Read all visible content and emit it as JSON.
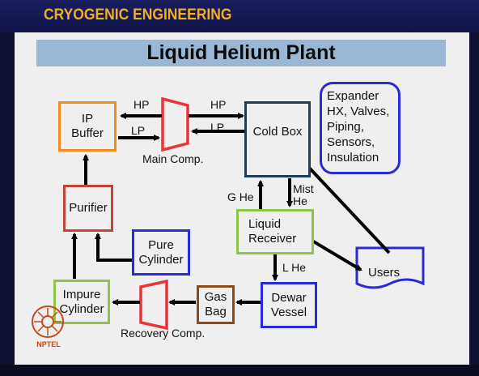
{
  "header": {
    "course_title": "CRYOGENIC ENGINEERING"
  },
  "slide": {
    "title": "Liquid Helium Plant"
  },
  "boxes": {
    "ip_buffer": "IP\nBuffer",
    "cold_box": "Cold Box",
    "purifier": "Purifier",
    "liquid_receiver": "Liquid\nReceiver",
    "pure_cylinder": "Pure\nCylinder",
    "impure_cylinder": "Impure\nCylinder",
    "gas_bag": "Gas\nBag",
    "dewar_vessel": "Dewar\nVessel",
    "users": "Users"
  },
  "callout": {
    "text": "Expander\nHX, Valves,\nPiping,\nSensors,\nInsulation"
  },
  "labels": {
    "hp_left": "HP",
    "lp_left": "LP",
    "hp_right": "HP",
    "lp_right": "LP",
    "main_comp": "Main Comp.",
    "g_he": "G He",
    "mist_he": "Mist\nHe",
    "l_he": "L He",
    "recovery_comp": "Recovery Comp."
  },
  "logo": {
    "text": "NPTEL"
  },
  "colors": {
    "orange_border": "#f08a1e",
    "blue_border": "#2a2ad6",
    "green_border": "#8ec44a",
    "dark_blue_border": "#1e3c5a",
    "brown_border": "#8b4a1a",
    "compressor_red": "#e8343a",
    "title_band": "#9bb7d6",
    "header_text": "#f2b01e"
  }
}
